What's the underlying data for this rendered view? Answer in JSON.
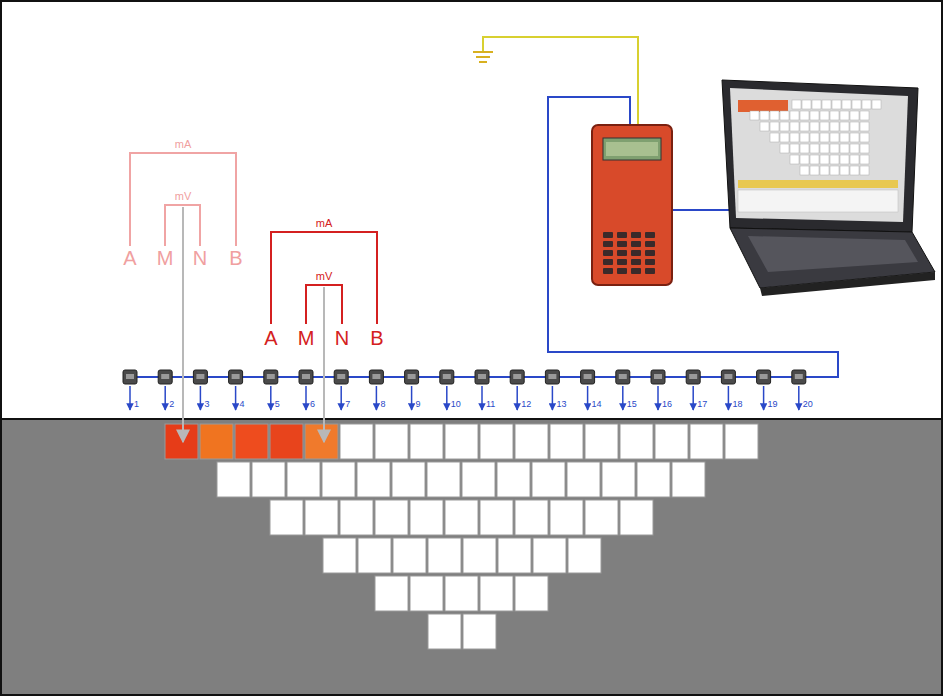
{
  "diagram": {
    "labels": [
      "mA",
      "mV",
      "A",
      "M",
      "N",
      "B",
      "mA",
      "mV",
      "A",
      "M",
      "N",
      "B",
      "1",
      "2",
      "3",
      "4",
      "5",
      "6",
      "7",
      "8",
      "9",
      "10",
      "11",
      "12",
      "13",
      "14",
      "15",
      "16",
      "17",
      "18",
      "19",
      "20"
    ]
  }
}
